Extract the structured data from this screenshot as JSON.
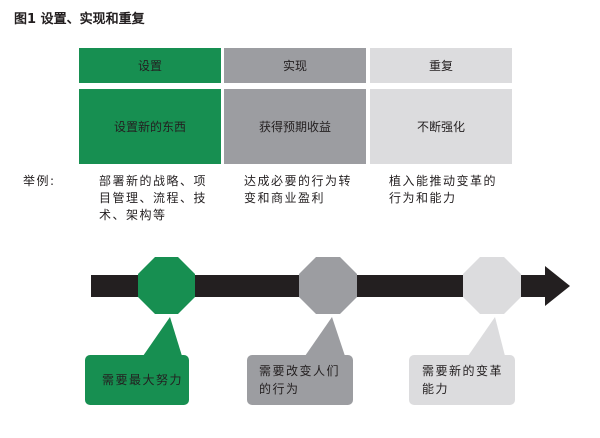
{
  "title": "图1  设置、实现和重复",
  "colors": {
    "green": "#178f51",
    "gray": "#9c9da1",
    "light": "#dcdcde",
    "arrow": "#231f20"
  },
  "columns": [
    {
      "header": "设置",
      "description": "设置新的东西",
      "example": "部署新的战略、项目管理、流程、技术、架构等",
      "callout": "需要最大努力"
    },
    {
      "header": "实现",
      "description": "获得预期收益",
      "example": "达成必要的行为转变和商业盈利",
      "callout": "需要改变人们的行为"
    },
    {
      "header": "重复",
      "description": "不断强化",
      "example": "植入能推动变革的行为和能力",
      "callout": "需要新的变革能力"
    }
  ],
  "example_label": "举例:"
}
